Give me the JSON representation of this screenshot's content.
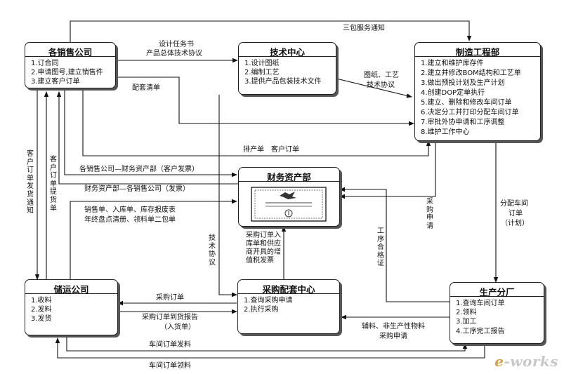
{
  "nodes": {
    "sales": {
      "title": "各销售公司",
      "items": [
        "1.订合同",
        "2.申请图号,建立销售件",
        "3.建立客户订单"
      ]
    },
    "tech": {
      "title": "技术中心",
      "items": [
        "1.设计图纸",
        "2.编制工艺",
        "3.提供产品包装技术文件"
      ]
    },
    "mfg": {
      "title": "制造工程部",
      "items": [
        "1.建立和维护库存件",
        "2.建立并修改BOM结构和工艺单",
        "3.做出预投计划及生产计划",
        "4.创建DOP定单执行",
        "5.建立、删除和修改车间订单",
        "6.决定分工并打印分配车间订单",
        "7.审批外协申请和工序调整",
        "8.维护工作中心"
      ]
    },
    "finance": {
      "title": "财务资产部"
    },
    "storage": {
      "title": "储运公司",
      "items": [
        "1.收料",
        "2.发料",
        "3.发货"
      ]
    },
    "purchase": {
      "title": "采购配套中心",
      "items": [
        "1.查询采购申请",
        "2.执行采购"
      ]
    },
    "plant": {
      "title": "生产分厂",
      "items": [
        "1.查询车间订单",
        "2.领料",
        "3.加工",
        "4.工序完工报告"
      ]
    }
  },
  "labels": {
    "warranty": "三包服务通知",
    "design_task": "设计任务书",
    "product_agreement": "产品总体技术协议",
    "parts_list": "配套清单",
    "drawings": "图纸、工艺",
    "tech_agreement": "技术协议",
    "schedule_orders": "排产单　客户订单",
    "sales_to_finance": "各销售公司—财务资产部（客户发票）",
    "finance_to_sales": "财务资产部—各销售公司（发票）",
    "reports_1": "销售单、入库单、库存报废表",
    "reports_2": "年终盘点清册、领料单二包单",
    "purchase_docs": "采购订单入库单和供应商开具的增值税发票",
    "tech_agreement_v": "技术协议",
    "purchase_request_v": "采购申请",
    "process_cert_v": "工序合格证",
    "dispatch_1": "分配车间",
    "dispatch_2": "订单",
    "dispatch_3": "（计划）",
    "customer_order_notice": "客户订单发货通知",
    "customer_order_pick": "客户订单提货单",
    "purchase_order": "采购订单",
    "arrival_report_1": "采购订单到货报告",
    "arrival_report_2": "（入货单）",
    "aux_request_1": "辅料、非生产性物料",
    "aux_request_2": "采购申请",
    "shop_issue": "车间订单发料",
    "shop_pick": "车间订单领料"
  },
  "logo": {
    "prefix": "e",
    "text": "-works"
  }
}
